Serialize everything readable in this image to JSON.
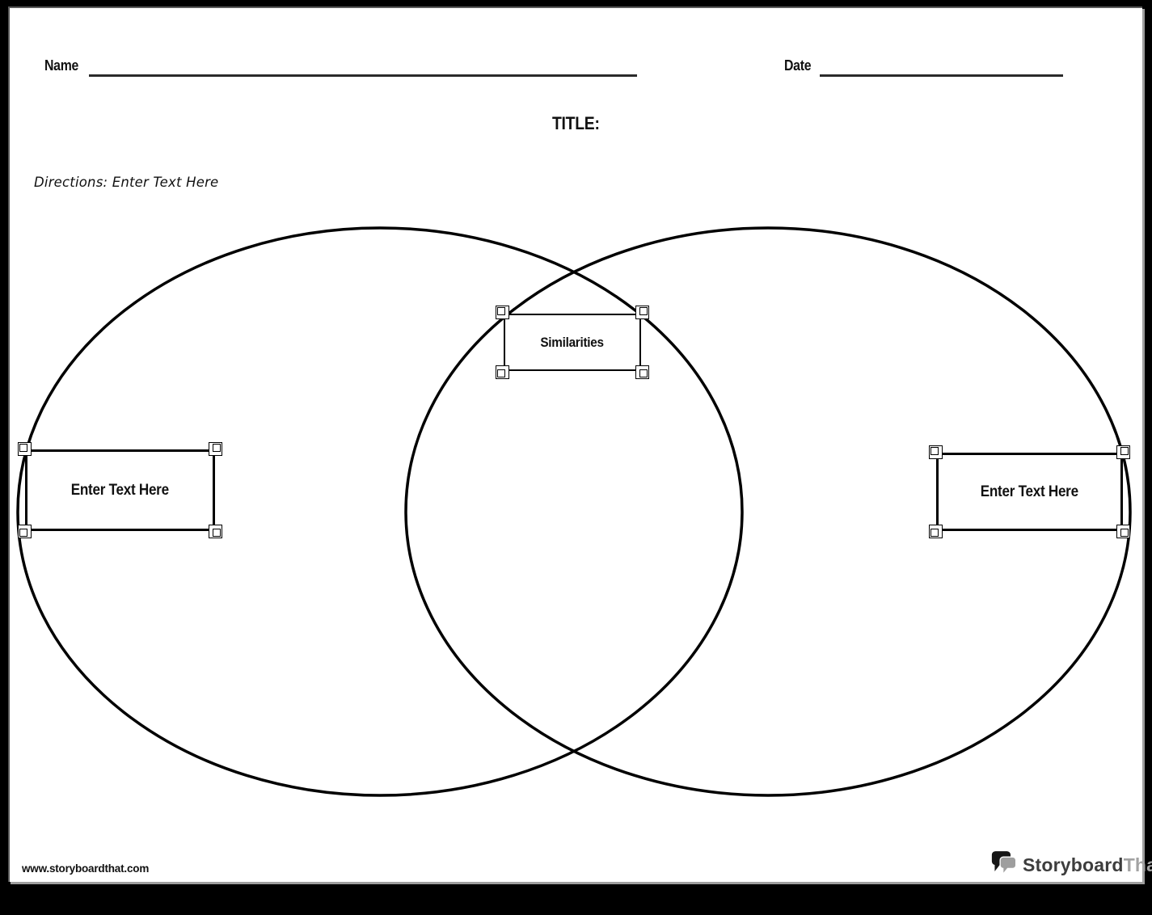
{
  "header": {
    "name_label": "Name",
    "date_label": "Date",
    "title_label": "TITLE:",
    "directions": "Directions: Enter Text Here"
  },
  "venn": {
    "similarities_label": "Similarities",
    "left_circle_label": "Enter Text Here",
    "right_circle_label": "Enter Text Here"
  },
  "footer": {
    "url": "www.storyboardthat.com",
    "brand_part1": "Storyboard",
    "brand_part2": "That"
  },
  "colors": {
    "frame": "#000000",
    "page": "#ffffff",
    "line": "#000000",
    "page_shadow": "#9e9e9e",
    "brand_dark": "#3d3d3d",
    "brand_gray": "#a2a2a2"
  }
}
